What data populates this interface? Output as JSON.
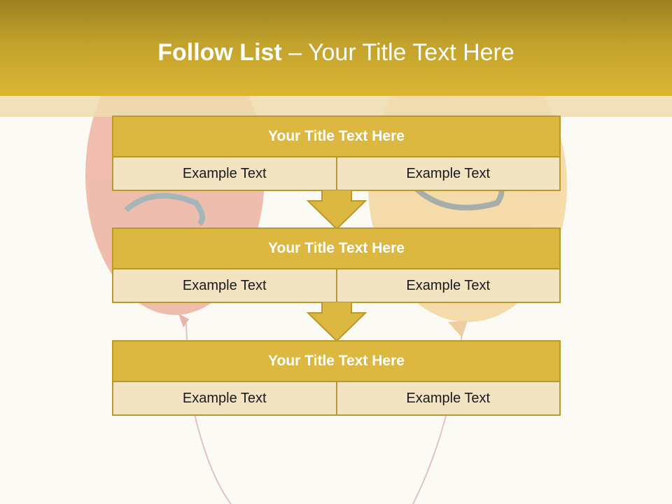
{
  "slide": {
    "title_bold": "Follow List",
    "title_rest": " – Your Title Text Here"
  },
  "blocks": [
    {
      "title": "Your Title Text Here",
      "left": "Example Text",
      "right": "Example Text"
    },
    {
      "title": "Your Title Text Here",
      "left": "Example Text",
      "right": "Example Text"
    },
    {
      "title": "Your Title Text Here",
      "left": "Example Text",
      "right": "Example Text"
    }
  ],
  "colors": {
    "header": "#c2a22c",
    "block_title": "#dcb841",
    "block_cell": "#f2e3c2",
    "border": "#b89a2c",
    "balloon_left": "#e8a08a",
    "balloon_right": "#f3cf86"
  }
}
